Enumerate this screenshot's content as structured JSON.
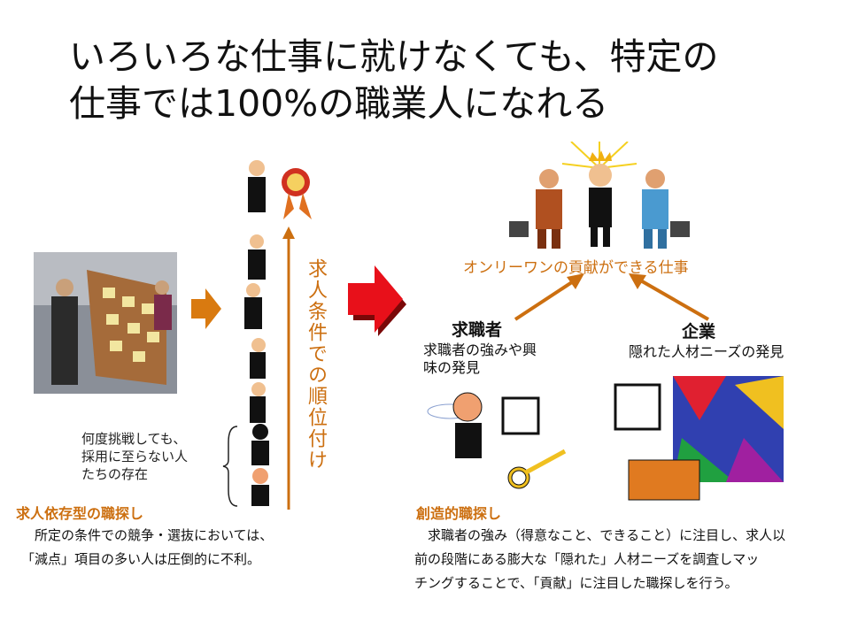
{
  "title": "いろいろな仕事に就けなくても、特定の\n仕事では100%の職業人になれる",
  "left": {
    "vertical_label": "求人条件での順位付け",
    "bracket_note": "何度挑戦しても、\n採用に至らない人\nたちの存在",
    "heading": "求人依存型の職探し",
    "body": "　所定の条件での競争・選抜においては、\n「減点」項目の多い人は圧倒的に不利。"
  },
  "right": {
    "goal": "オンリーワンの貢献ができる仕事",
    "seeker_title": "求職者",
    "seeker_desc": "求職者の強みや興\n味の発見",
    "company_title": "企業",
    "company_desc": "隠れた人材ニーズの発見",
    "heading": "創造的職探し",
    "body": "　求職者の強み（得意なこと、できること）に注目し、求人以\n前の段階にある膨大な「隠れた」人材ニーズを調査しマッ\nチングすることで、「貢献」に注目した職探しを行う。"
  },
  "colors": {
    "accent": "#cc6f10",
    "arrow_red": "#e8101a"
  }
}
